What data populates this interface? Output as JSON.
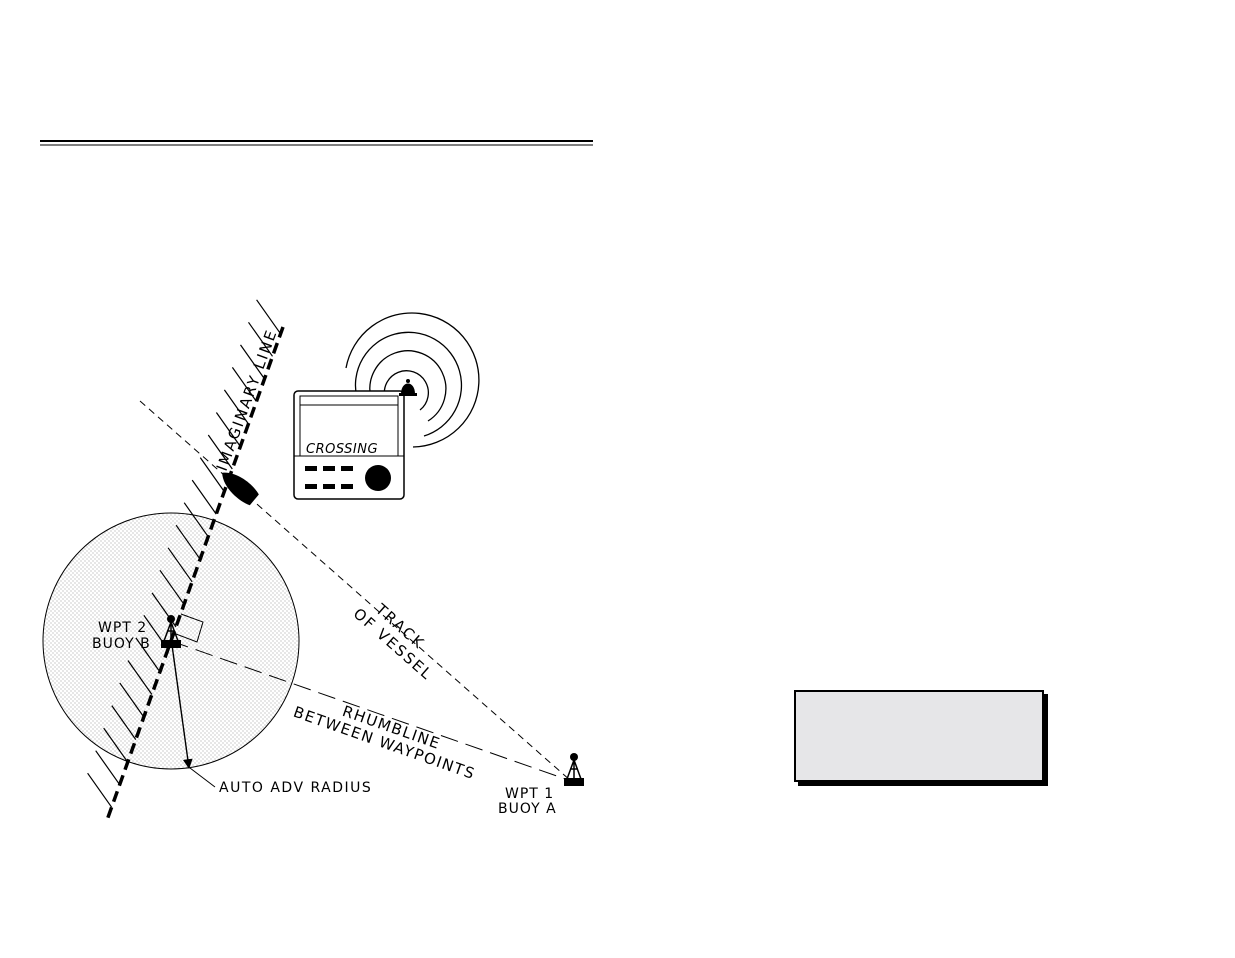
{
  "diagram": {
    "labels": {
      "imaginary_line": "IMAGINARY LINE",
      "track_line1": "TRACK",
      "track_line2": "OF VESSEL",
      "rhumb_line1": "RHUMBLINE",
      "rhumb_line2": "BETWEEN WAYPOINTS",
      "wpt2_line1": "WPT 2",
      "wpt2_line2": "BUOY B",
      "wpt1_line1": "WPT 1",
      "wpt1_line2": "BUOY A",
      "auto_adv_radius": "AUTO ADV RADIUS"
    },
    "display": {
      "screen_text": "CROSSING"
    },
    "icons": [
      "buoy-icon",
      "boat-icon",
      "bell-icon",
      "alarm-waves-icon",
      "display-unit-icon"
    ]
  },
  "note_box": {
    "text": ""
  },
  "colors": {
    "ink": "#000000",
    "circle_fill": "#f0f0f0",
    "note_fill": "#e6e6e8"
  }
}
